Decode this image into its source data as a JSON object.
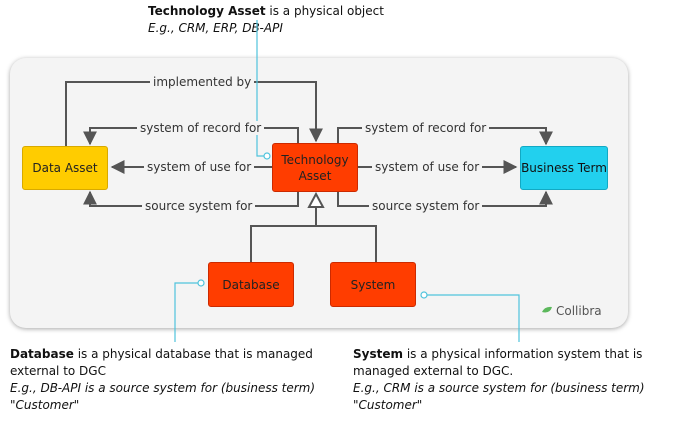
{
  "notes": {
    "technology_asset": {
      "title": "Technology Asset",
      "text": " is a physical object",
      "example": "E.g., CRM, ERP, DB-API"
    },
    "database": {
      "title": "Database",
      "text": " is a physical database that is managed external to DGC",
      "example": "E.g., DB-API is a source system for (business term) \"Customer\""
    },
    "system": {
      "title": "System",
      "text": " is a physical information system that is managed external to DGC.",
      "example": "E.g., CRM is a source system for (business term) \"Customer\""
    }
  },
  "nodes": {
    "data_asset": "Data Asset",
    "technology_asset": "Technology Asset",
    "business_term": "Business Term",
    "database": "Database",
    "system": "System"
  },
  "edges": {
    "implemented_by": "implemented by",
    "system_of_record_for_left": "system of record for",
    "system_of_use_for_left": "system of use for",
    "source_system_for_left": "source system for",
    "system_of_record_for_right": "system of record for",
    "system_of_use_for_right": "system of use for",
    "source_system_for_right": "source system for"
  },
  "brand": {
    "name": "Collibra",
    "icon": "collibra-logo-icon"
  },
  "colors": {
    "data_asset": "#ffcc00",
    "technology_asset": "#ff3d00",
    "business_term": "#22d0ee",
    "database": "#ff3d00",
    "system": "#ff3d00",
    "callout_line": "#4fc3dc",
    "connector": "#555555"
  }
}
